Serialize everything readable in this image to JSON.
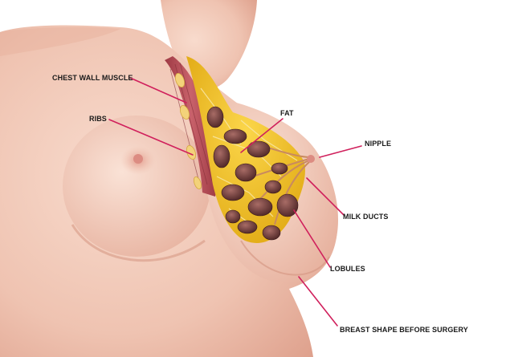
{
  "labels": {
    "chest_wall_muscle": "CHEST WALL MUSCLE",
    "ribs": "RIBS",
    "fat": "FAT",
    "nipple": "NIPPLE",
    "milk_ducts": "MILK DUCTS",
    "lobules": "LOBULES",
    "breast_shape": "BREAST SHAPE BEFORE SURGERY"
  },
  "colors": {
    "leader_line": "#d0205c",
    "skin": "#efc3b2",
    "fat": "#f2c21f",
    "muscle": "#b9505a",
    "lobule": "#6e3a3a"
  }
}
